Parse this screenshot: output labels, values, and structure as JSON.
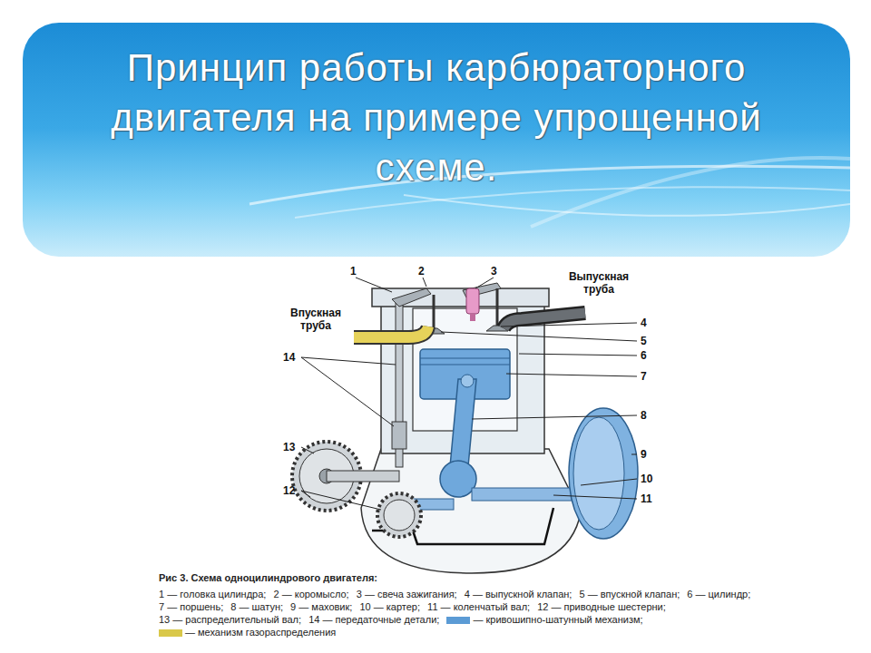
{
  "diagram": {
    "title": "Принцип работы карбюраторного двигателя на примере упрощенной схеме.",
    "caption": "Рис 3. Схема одноцилиндрового двигателя:",
    "labels": [
      "1",
      "2",
      "3",
      "Выпускная труба",
      "Впускная труба",
      "4",
      "5",
      "6",
      "7",
      "14",
      "8",
      "13",
      "9",
      "10",
      "12",
      "11",
      "1 — головка цилиндра;",
      "2 — коромысло;",
      "3 — свеча зажигания;",
      "4 — выпускной клапан;",
      "5 — впускной клапан;",
      "6 — цилиндр;",
      "7 — поршень;",
      "8 — шатун;",
      "9 — маховик;",
      "10 — картер;",
      "11 — коленчатый вал;",
      "12 — приводные шестерни;",
      "13 — распределительный вал;",
      "14 — передаточные детали;"
    ],
    "legend": [
      {
        "text": "— кривошипно-шатунный механизм;",
        "color": "#5b9bd5"
      },
      {
        "text": "— механизм газораспределения",
        "color": "#d9c84a"
      }
    ]
  }
}
